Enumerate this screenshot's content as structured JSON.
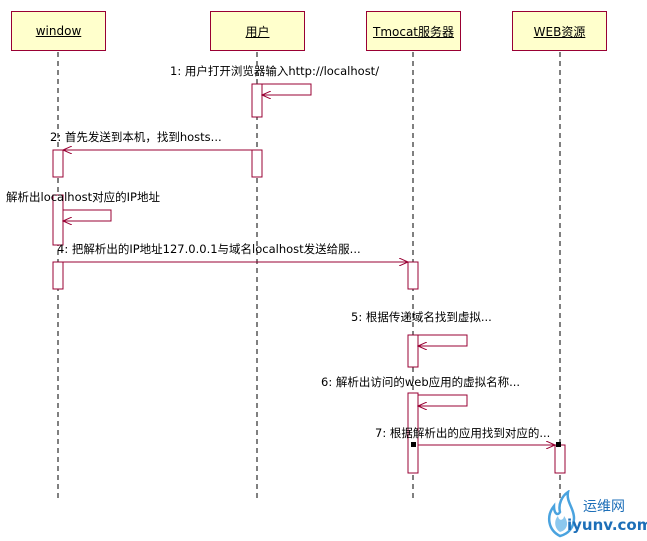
{
  "lifelines": [
    {
      "id": "window",
      "label": "window"
    },
    {
      "id": "user",
      "label": "用户"
    },
    {
      "id": "server",
      "label": "Tmocat服务器"
    },
    {
      "id": "web",
      "label": "WEB资源"
    }
  ],
  "messages": [
    {
      "id": "m1",
      "label": "1: 用户打开浏览器输入http://localhost/",
      "from": "user",
      "to": "user",
      "self": true
    },
    {
      "id": "m2",
      "label": "2: 首先发送到本机，找到hosts...",
      "from": "user",
      "to": "window",
      "self": false
    },
    {
      "id": "m3",
      "label": "解析出localhost对应的IP地址",
      "from": "window",
      "to": "window",
      "self": true
    },
    {
      "id": "m4",
      "label": "4: 把解析出的IP地址127.0.0.1与域名localhost发送给服...",
      "from": "window",
      "to": "server",
      "self": false
    },
    {
      "id": "m5",
      "label": "5: 根据传递域名找到虚拟...",
      "from": "server",
      "to": "server",
      "self": true
    },
    {
      "id": "m6",
      "label": "6: 解析出访问的web应用的虚拟名称...",
      "from": "server",
      "to": "server",
      "self": true
    },
    {
      "id": "m7",
      "label": "7: 根据解析出的应用找到对应的...",
      "from": "server",
      "to": "web",
      "self": false
    }
  ],
  "watermark": {
    "cn": "运维网",
    "en": "iyunv.com"
  },
  "colors": {
    "line": "#990033",
    "box_fill": "#ffffcc",
    "activation_fill": "#ffffff",
    "watermark": "#1d6fb8"
  }
}
